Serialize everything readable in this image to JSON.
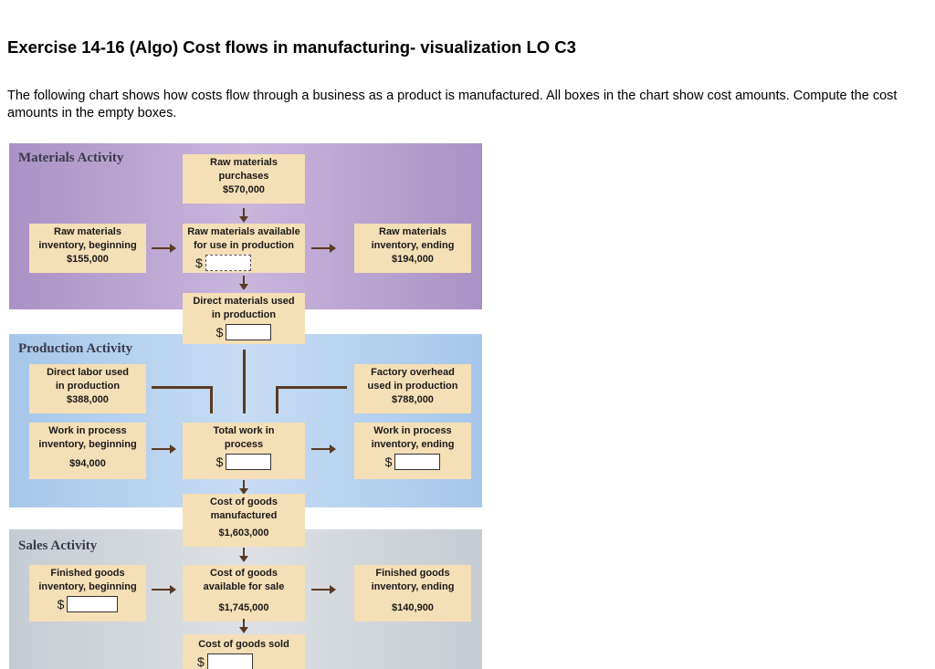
{
  "header": {
    "title": "Exercise 14-16 (Algo) Cost flows in manufacturing- visualization LO C3",
    "intro": "The following chart shows how costs flow through a business as a product is manufactured. All boxes in the chart show cost amounts. Compute the cost amounts in the empty boxes."
  },
  "sections": {
    "materials": "Materials Activity",
    "production": "Production Activity",
    "sales": "Sales Activity"
  },
  "boxes": {
    "rm_purchases": {
      "l1": "Raw materials",
      "l2": "purchases",
      "value": "$570,000"
    },
    "rm_beginning": {
      "l1": "Raw materials",
      "l2": "inventory, beginning",
      "value": "$155,000"
    },
    "rm_available": {
      "l1": "Raw materials available",
      "l2": "for use in production",
      "dollar": "$"
    },
    "rm_ending": {
      "l1": "Raw materials",
      "l2": "inventory, ending",
      "value": "$194,000"
    },
    "dm_used": {
      "l1": "Direct materials used",
      "l2": "in production",
      "dollar": "$"
    },
    "dl_used": {
      "l1": "Direct labor used",
      "l2": "in production",
      "value": "$388,000"
    },
    "foh_used": {
      "l1": "Factory overhead",
      "l2": "used in production",
      "value": "$788,000"
    },
    "wip_beginning": {
      "l1": "Work in process",
      "l2": "inventory, beginning",
      "value": "$94,000"
    },
    "total_wip": {
      "l1": "Total work in",
      "l2": "process",
      "dollar": "$"
    },
    "wip_ending": {
      "l1": "Work in process",
      "l2": "inventory, ending",
      "dollar": "$"
    },
    "cogm": {
      "l1": "Cost of goods",
      "l2": "manufactured",
      "value": "$1,603,000"
    },
    "fg_beginning": {
      "l1": "Finished goods",
      "l2": "inventory, beginning",
      "dollar": "$"
    },
    "cogas": {
      "l1": "Cost of goods",
      "l2": "available for sale",
      "value": "$1,745,000"
    },
    "fg_ending": {
      "l1": "Finished goods",
      "l2": "inventory, ending",
      "value": "$140,900"
    },
    "cogs": {
      "l1": "Cost of goods sold",
      "dollar": "$"
    }
  },
  "answers": {
    "rm_available": "",
    "dm_used": "",
    "total_wip": "",
    "wip_ending": "",
    "fg_beginning": "",
    "cogs": ""
  }
}
